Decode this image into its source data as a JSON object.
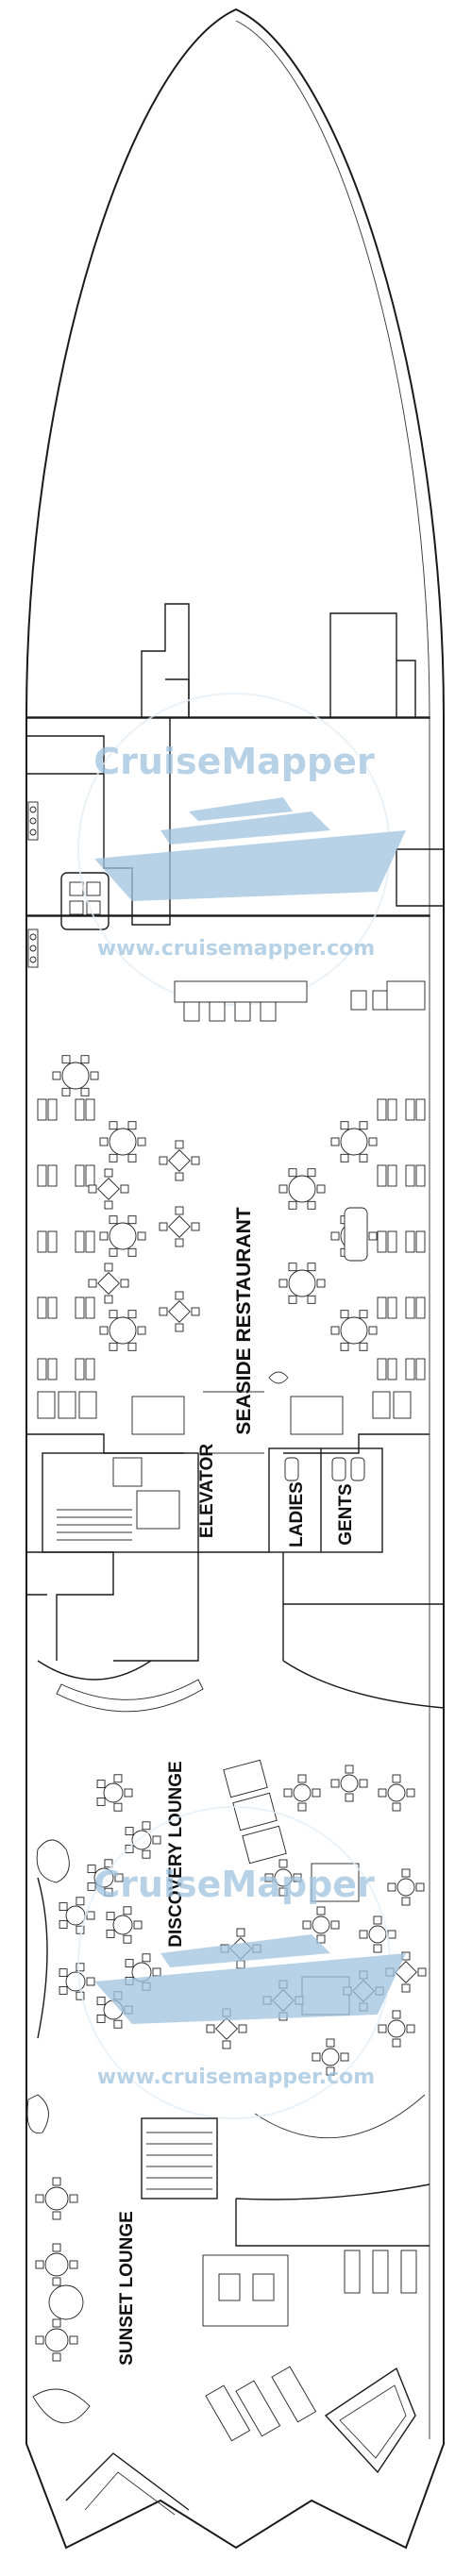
{
  "watermark": {
    "brand": "CruiseMapper",
    "url": "www.cruisemapper.com",
    "color": "#9fc3de"
  },
  "rooms": {
    "seaside_restaurant": "SEASIDE RESTAURANT",
    "elevator": "ELEVATOR",
    "ladies": "LADIES",
    "gents": "GENTS",
    "discovery_lounge": "DISCOVERY LOUNGE",
    "sunset_lounge": "SUNSET LOUNGE"
  },
  "colors": {
    "line": "#1a1a1a",
    "background": "#ffffff"
  }
}
